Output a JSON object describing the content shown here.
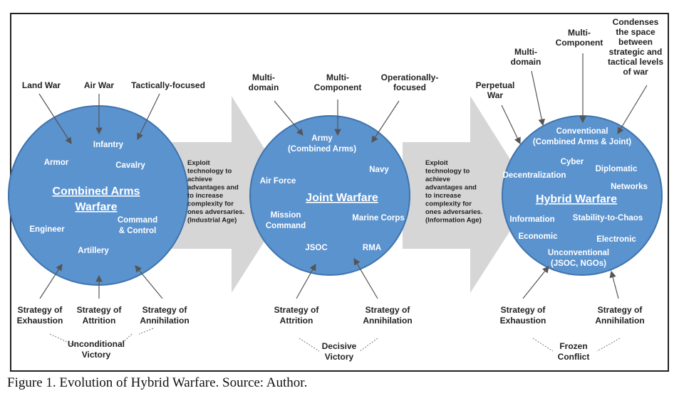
{
  "caption": "Figure 1. Evolution of Hybrid Warfare. Source: Author.",
  "circles": [
    {
      "title": [
        "Combined Arms",
        "Warfare"
      ],
      "items": [
        [
          "Infantry"
        ],
        [
          "Armor"
        ],
        [
          "Cavalry"
        ],
        [
          "Engineer"
        ],
        [
          "Command",
          "& Control"
        ],
        [
          "Artillery"
        ]
      ],
      "top_labels": [
        [
          "Land War"
        ],
        [
          "Air War"
        ],
        [
          "Tactically-focused"
        ]
      ],
      "bottom_labels": [
        [
          "Strategy of",
          "Exhaustion"
        ],
        [
          "Strategy of",
          "Attrition"
        ],
        [
          "Strategy of",
          "Annihilation"
        ]
      ],
      "outcome": [
        "Unconditional",
        "Victory"
      ]
    },
    {
      "title": [
        "Joint Warfare"
      ],
      "items": [
        [
          "Army",
          "(Combined Arms)"
        ],
        [
          "Navy"
        ],
        [
          "Air Force"
        ],
        [
          "Mission",
          "Command"
        ],
        [
          "Marine Corps"
        ],
        [
          "JSOC"
        ],
        [
          "RMA"
        ]
      ],
      "top_labels": [
        [
          "Multi-",
          "domain"
        ],
        [
          "Multi-",
          "Component"
        ],
        [
          "Operationally-",
          "focused"
        ]
      ],
      "bottom_labels": [
        [
          "Strategy of",
          "Attrition"
        ],
        [
          "Strategy of",
          "Annihilation"
        ]
      ],
      "outcome": [
        "Decisive",
        "Victory"
      ]
    },
    {
      "title": [
        "Hybrid Warfare"
      ],
      "items": [
        [
          "Conventional",
          "(Combined Arms & Joint)"
        ],
        [
          "Cyber"
        ],
        [
          "Decentralization"
        ],
        [
          "Diplomatic"
        ],
        [
          "Networks"
        ],
        [
          "Information"
        ],
        [
          "Stability-to-Chaos"
        ],
        [
          "Economic"
        ],
        [
          "Electronic"
        ],
        [
          "Unconventional",
          "(JSOC, NGOs)"
        ]
      ],
      "top_labels": [
        [
          "Perpetual",
          "War"
        ],
        [
          "Multi-",
          "domain"
        ],
        [
          "Multi-",
          "Component"
        ],
        [
          "Condenses",
          "the space",
          "between",
          "strategic and",
          "tactical levels",
          "of war"
        ]
      ],
      "bottom_labels": [
        [
          "Strategy of",
          "Exhaustion"
        ],
        [
          "Strategy of",
          "Annihilation"
        ]
      ],
      "outcome": [
        "Frozen",
        "Conflict"
      ]
    }
  ],
  "arrows": [
    [
      "Exploit",
      "technology to",
      "achieve",
      "advantages and",
      "to increase",
      "complexity for",
      "ones adversaries.",
      "",
      "(Industrial Age)"
    ],
    [
      "Exploit",
      "technology to",
      "achieve",
      "advantages and",
      "to increase",
      "complexity for",
      "ones adversaries.",
      "",
      "(Information Age)"
    ]
  ],
  "colors": {
    "circle": "#5b93cf",
    "circle_stroke": "#3f74ad",
    "arrow": "#d6d6d6",
    "text": "#222222"
  }
}
